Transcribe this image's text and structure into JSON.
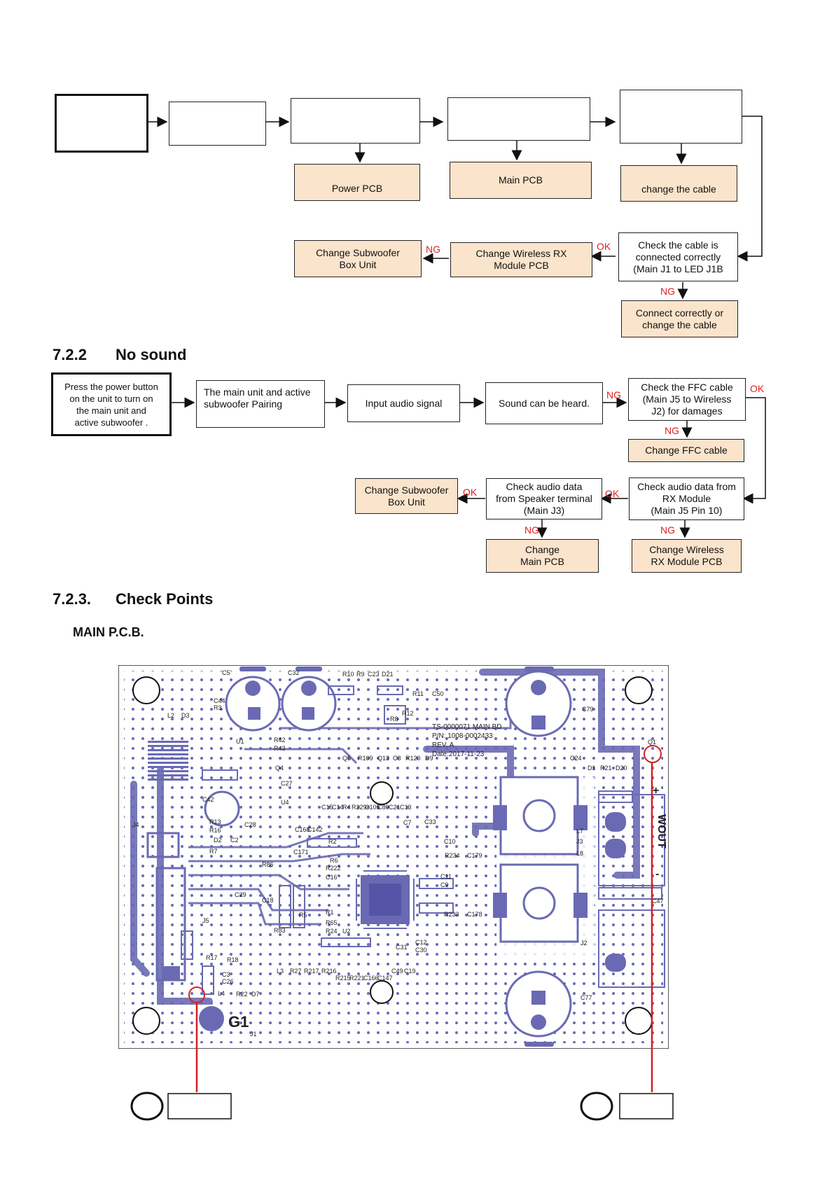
{
  "top_flow": {
    "power_pcb": "Power  PCB",
    "main_pcb": "Main PCB",
    "change_cable": "change the cable",
    "check_cable": "Check the cable is\nconnected correctly\n(Main J1 to LED J1B",
    "change_wireless": "Change Wireless  RX\nModule  PCB",
    "change_sub": "Change Subwoofer\nBox Unit",
    "connect_correctly": "Connect correctly or\nchange the cable",
    "ok_label": "OK",
    "ng_label_1": "NG",
    "ng_label_2": "NG"
  },
  "section_no_sound": {
    "number": "7.2.2",
    "title": "No sound"
  },
  "no_sound_flow": {
    "press_power": "Press the power button\non the unit to turn on\nthe  main unit and\nactive  subwoofer .",
    "pairing": "The  main unit and active\nsubwoofer Pairing",
    "input_audio": "Input audio signal",
    "sound_heard": "Sound can be heard.",
    "check_ffc": "Check the FFC cable\n(Main J5 to Wireless\nJ2) for damages",
    "change_ffc": "Change FFC cable",
    "check_rx": "Check audio data from\nRX Module\n(Main J5 Pin 10)",
    "check_speaker": "Check audio data\nfrom Speaker terminal\n(Main J3)",
    "change_sub": "Change Subwoofer\nBox Unit",
    "change_main": "Change\nMain PCB",
    "change_wireless": "Change Wireless\nRX Module  PCB",
    "ng": "NG",
    "ok": "OK"
  },
  "section_check_points": {
    "number": "7.2.3.",
    "title": "Check Points",
    "subtitle": "MAIN  P.C.B."
  },
  "pcb": {
    "board_text": [
      "TS-0000071 MAIN BD",
      "P/N: 1008-0002433",
      "REV. A",
      "Date:2017-11-23"
    ],
    "g1_label": "G1",
    "wout_label": "WOUT",
    "plus": "+",
    "minus": "-",
    "refs": {
      "c5": "C5",
      "c32": "C32",
      "c44": "C44",
      "r3": "R3",
      "l2": "L2",
      "d3": "D3",
      "u1": "U1",
      "r42": "R42",
      "r43": "R43",
      "q4": "Q4",
      "c27": "C27",
      "u4": "U4",
      "c42": "C42",
      "j4": "J4",
      "r13": "R13",
      "r16": "R16",
      "d2": "D2",
      "c2": "C2",
      "r7": "R7",
      "c28": "C28",
      "j5": "J5",
      "c29": "C29",
      "c18": "C18",
      "r86": "R86",
      "r83": "R83",
      "r17": "R17",
      "r18": "R18",
      "c3": "C3",
      "c26": "C26",
      "l4": "L4",
      "r22": "R22",
      "d7": "D7",
      "j1": "J1",
      "l3": "L3",
      "r27": "R27",
      "r217": "R217",
      "r216": "R216",
      "r215": "R215",
      "r221": "R221",
      "c166": "C166",
      "c147": "C147",
      "c49": "C49",
      "c19": "C19",
      "c31": "C31",
      "c12": "C12",
      "c30": "C30",
      "u2": "U2",
      "r24": "R24",
      "r65": "R65",
      "r1": "R1",
      "c16": "C16",
      "r222": "R222",
      "r6": "R6",
      "r2": "R2",
      "c7": "C7",
      "c33": "C33",
      "c10": "C10",
      "r234": "R234",
      "c179": "C179",
      "c11": "C11",
      "c9": "C9",
      "r233": "R233",
      "c178": "C178",
      "c79": "C79",
      "c24": "C24",
      "q1": "Q1",
      "d1": "D1",
      "r21": "R21",
      "d20": "D20",
      "l7": "L7",
      "j3": "J3",
      "l8": "L8",
      "c47": "C47",
      "j2": "J2",
      "c77": "C77",
      "q5": "Q5",
      "r109": "R109",
      "q13": "Q13",
      "c8": "C8",
      "r120": "R120",
      "d9": "D9",
      "c15": "C15",
      "c14": "C14",
      "r4": "R4",
      "r229": "R229",
      "c105": "C105",
      "c80": "C80",
      "c21": "C21",
      "c13": "C13",
      "c168": "C168",
      "c142": "C142",
      "c171": "C171",
      "r8": "R8",
      "r9": "R9",
      "r10": "R10",
      "c23": "C23",
      "d21": "D21",
      "r11": "R11",
      "r12": "R12",
      "c50": "C50",
      "r5": "R5"
    }
  }
}
